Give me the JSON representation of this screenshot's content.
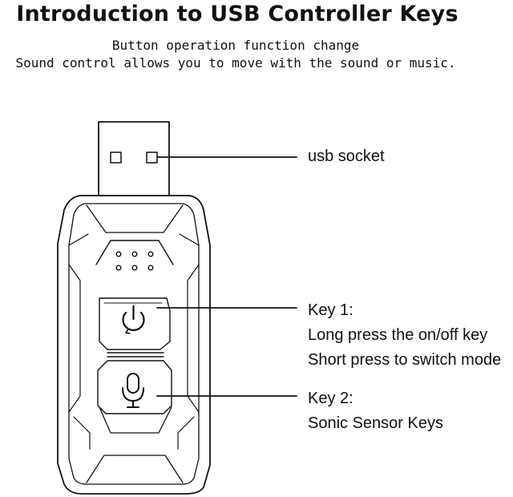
{
  "title": "Introduction to USB Controller Keys",
  "subtitle_line1": "Button operation function change",
  "subtitle_line2": "Sound control allows you to move with the sound or music.",
  "callouts": {
    "usb": "usb socket",
    "key1_title": "Key 1:",
    "key1_line1": "Long press the on/off key",
    "key1_line2": "Short press to switch mode",
    "key2_title": "Key 2:",
    "key2_line1": "Sonic Sensor Keys"
  },
  "icons": {
    "power": "power-icon",
    "mic": "microphone-icon"
  },
  "colors": {
    "line": "#111111",
    "background": "#ffffff"
  }
}
